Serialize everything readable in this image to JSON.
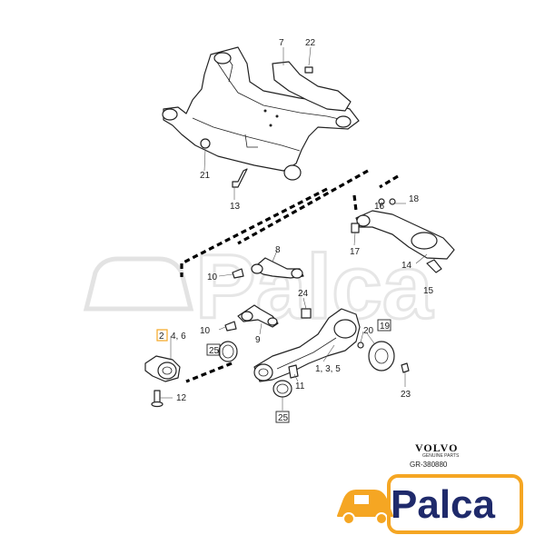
{
  "callouts": {
    "c7": "7",
    "c22": "22",
    "c21": "21",
    "c13": "13",
    "c18": "18",
    "c16": "16",
    "c17": "17",
    "c14": "14",
    "c15": "15",
    "c8": "8",
    "c10a": "10",
    "c24": "24",
    "c10b": "10",
    "c9": "9",
    "c2": "2",
    "c46": "4, 6",
    "c25a": "25",
    "c19": "19",
    "c20": "20",
    "c135": "1, 3, 5",
    "c11": "11",
    "c23": "23",
    "c12": "12",
    "c25b": "25"
  },
  "brand": {
    "name": "VOLVO",
    "sub": "GENUINE PARTS",
    "code": "GR-380880"
  },
  "logo": {
    "text": "Palca",
    "color": "#1f2a6b",
    "accent": "#f5a623"
  },
  "watermark": {
    "text": "Palca"
  },
  "colors": {
    "line": "#222222",
    "highlight_box": "#f5a623"
  }
}
